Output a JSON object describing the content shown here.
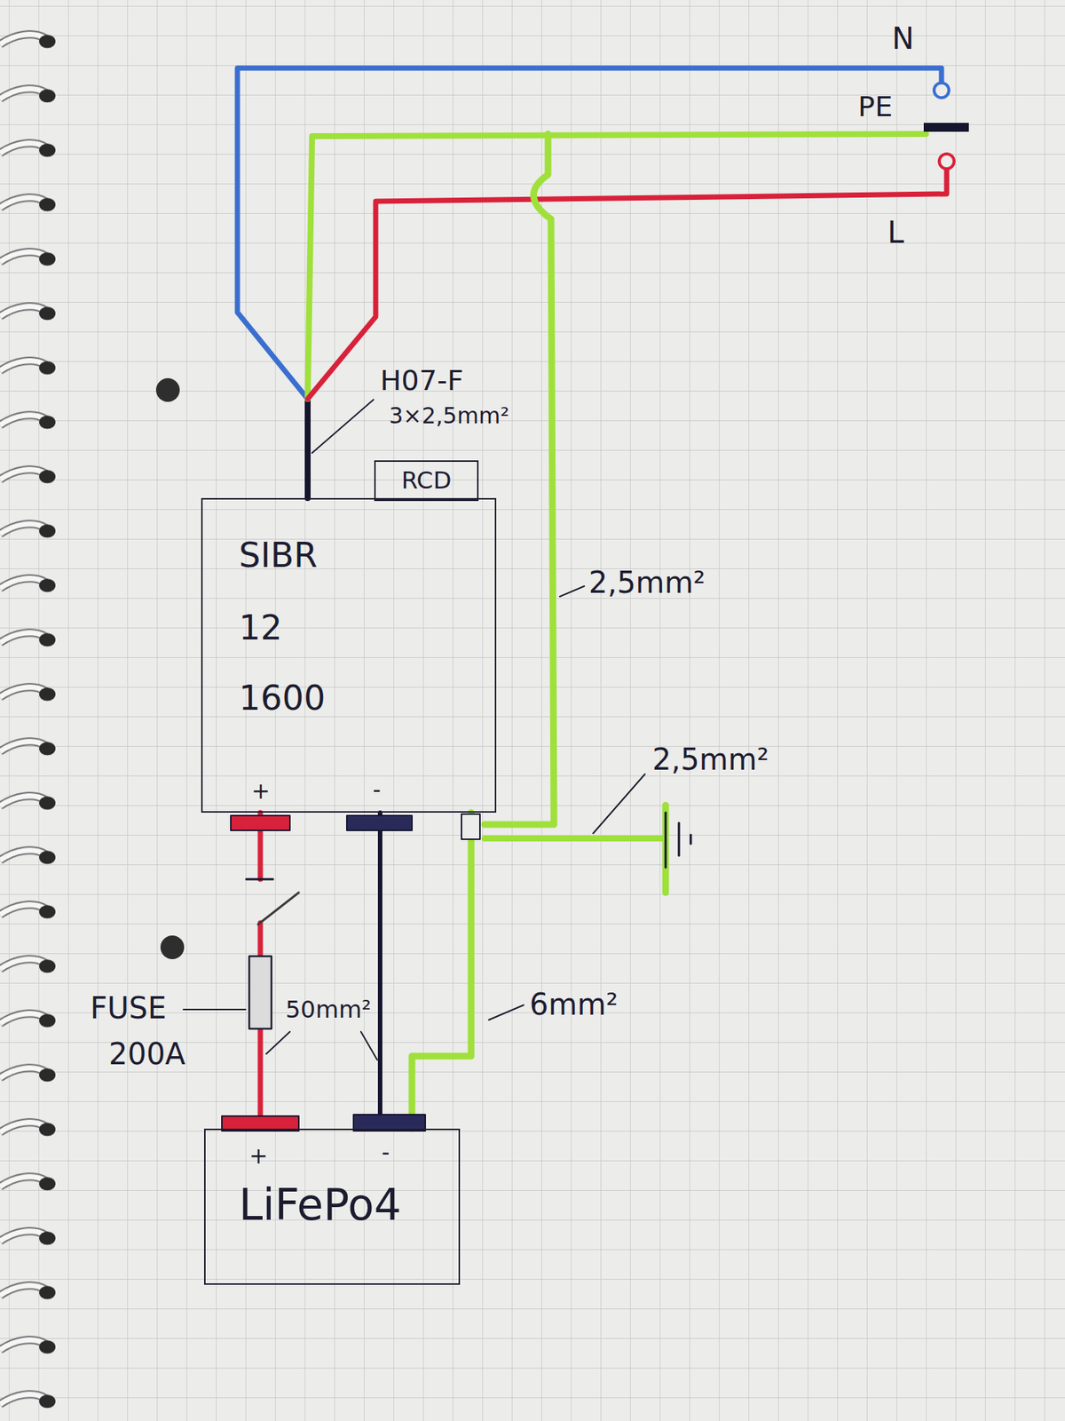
{
  "diagram": {
    "nodes": [
      {
        "text": [
          "RCD"
        ]
      },
      {
        "text": [
          "SIBR",
          "12",
          "1600"
        ]
      },
      {
        "text": [
          "LiFePo4"
        ]
      }
    ],
    "edges": [
      {
        "from": 1,
        "to": 2,
        "arrow": "none"
      },
      {
        "from": 1,
        "to": 2,
        "arrow": "none"
      },
      {
        "from": 1,
        "to": 2,
        "arrow": "none"
      }
    ],
    "labels": [
      "N",
      "PE",
      "L",
      "H07-F",
      "3×2,5mm²",
      "2,5mm²",
      "2,5mm²",
      "6mm²",
      "FUSE",
      "200A",
      "50mm²",
      "+",
      "-",
      "+",
      "-"
    ]
  }
}
